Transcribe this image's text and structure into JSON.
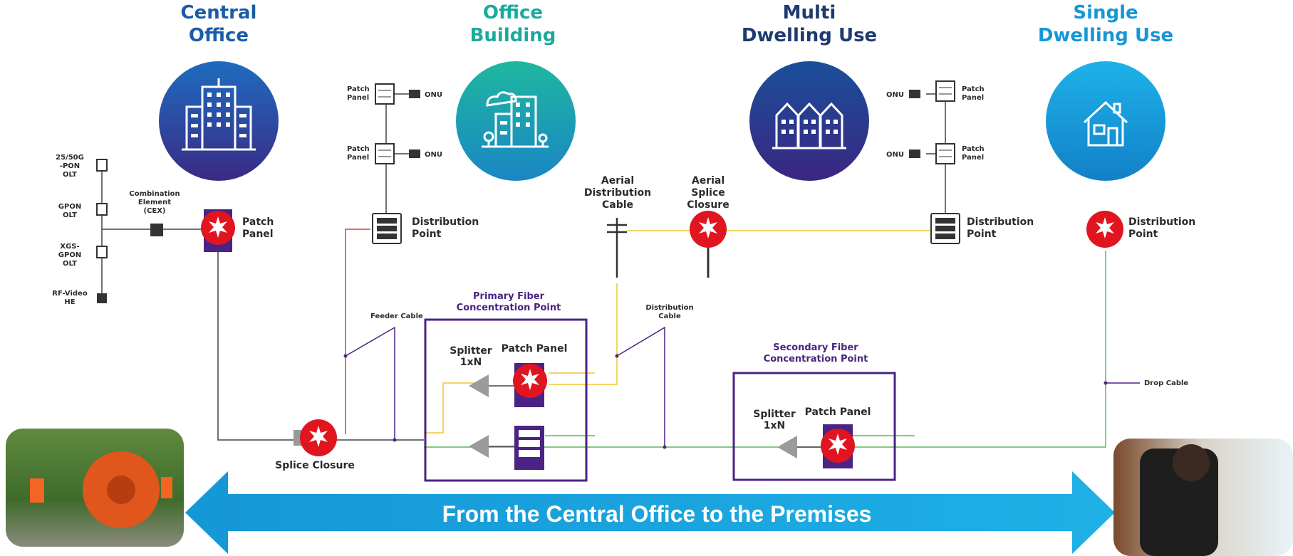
{
  "zones": [
    {
      "id": "central",
      "title_line1": "Central",
      "title_line2": "Office",
      "color": "#1a5ca8"
    },
    {
      "id": "office",
      "title_line1": "Office",
      "title_line2": "Building",
      "color": "#1aaa9c"
    },
    {
      "id": "mdu",
      "title_line1": "Multi",
      "title_line2": "Dwelling Use",
      "color": "#1f3a6e"
    },
    {
      "id": "sdu",
      "title_line1": "Single",
      "title_line2": "Dwelling Use",
      "color": "#1796d6"
    }
  ],
  "central_office": {
    "olts": [
      {
        "line1": "25/50G",
        "line2": "-PON",
        "line3": "OLT"
      },
      {
        "line1": "GPON",
        "line2": "OLT",
        "line3": ""
      },
      {
        "line1": "XGS-",
        "line2": "GPON",
        "line3": "OLT"
      },
      {
        "line1": "RF-Video",
        "line2": "HE",
        "line3": ""
      }
    ],
    "cex": {
      "line1": "Combination",
      "line2": "Element",
      "line3": "(CEX)"
    },
    "patch_panel": {
      "line1": "Patch",
      "line2": "Panel"
    }
  },
  "office_building": {
    "patch_panel_label": {
      "line1": "Patch",
      "line2": "Panel"
    },
    "onu_label": "ONU",
    "distribution_point": {
      "line1": "Distribution",
      "line2": "Point"
    }
  },
  "mdu": {
    "patch_panel_label": {
      "line1": "Patch",
      "line2": "Panel"
    },
    "onu_label": "ONU",
    "distribution_point": {
      "line1": "Distribution",
      "line2": "Point"
    },
    "aerial_cable": {
      "line1": "Aerial",
      "line2": "Distribution",
      "line3": "Cable"
    },
    "aerial_closure": {
      "line1": "Aerial",
      "line2": "Splice",
      "line3": "Closure"
    }
  },
  "sdu": {
    "distribution_point": {
      "line1": "Distribution",
      "line2": "Point"
    },
    "drop_cable": "Drop Cable"
  },
  "outside_plant": {
    "feeder_cable": "Feeder Cable",
    "distribution_cable": {
      "line1": "Distribution",
      "line2": "Cable"
    },
    "splice_closure": "Splice Closure",
    "primary": {
      "line1": "Primary Fiber",
      "line2": "Concentration Point",
      "splitter_line1": "Splitter",
      "splitter_line2": "1xN",
      "patch_panel": "Patch Panel"
    },
    "secondary": {
      "line1": "Secondary Fiber",
      "line2": "Concentration Point",
      "splitter_line1": "Splitter",
      "splitter_line2": "1xN",
      "patch_panel": "Patch Panel"
    }
  },
  "banner": {
    "text": "From the Central Office to the Premises",
    "color": "#1aa3dd"
  },
  "colors": {
    "feeder": "#e23a3a",
    "distribution": "#f2c530",
    "drop": "#5cb85c",
    "box": "#4b2384",
    "closure": "#e1151f",
    "line": "#444444"
  }
}
